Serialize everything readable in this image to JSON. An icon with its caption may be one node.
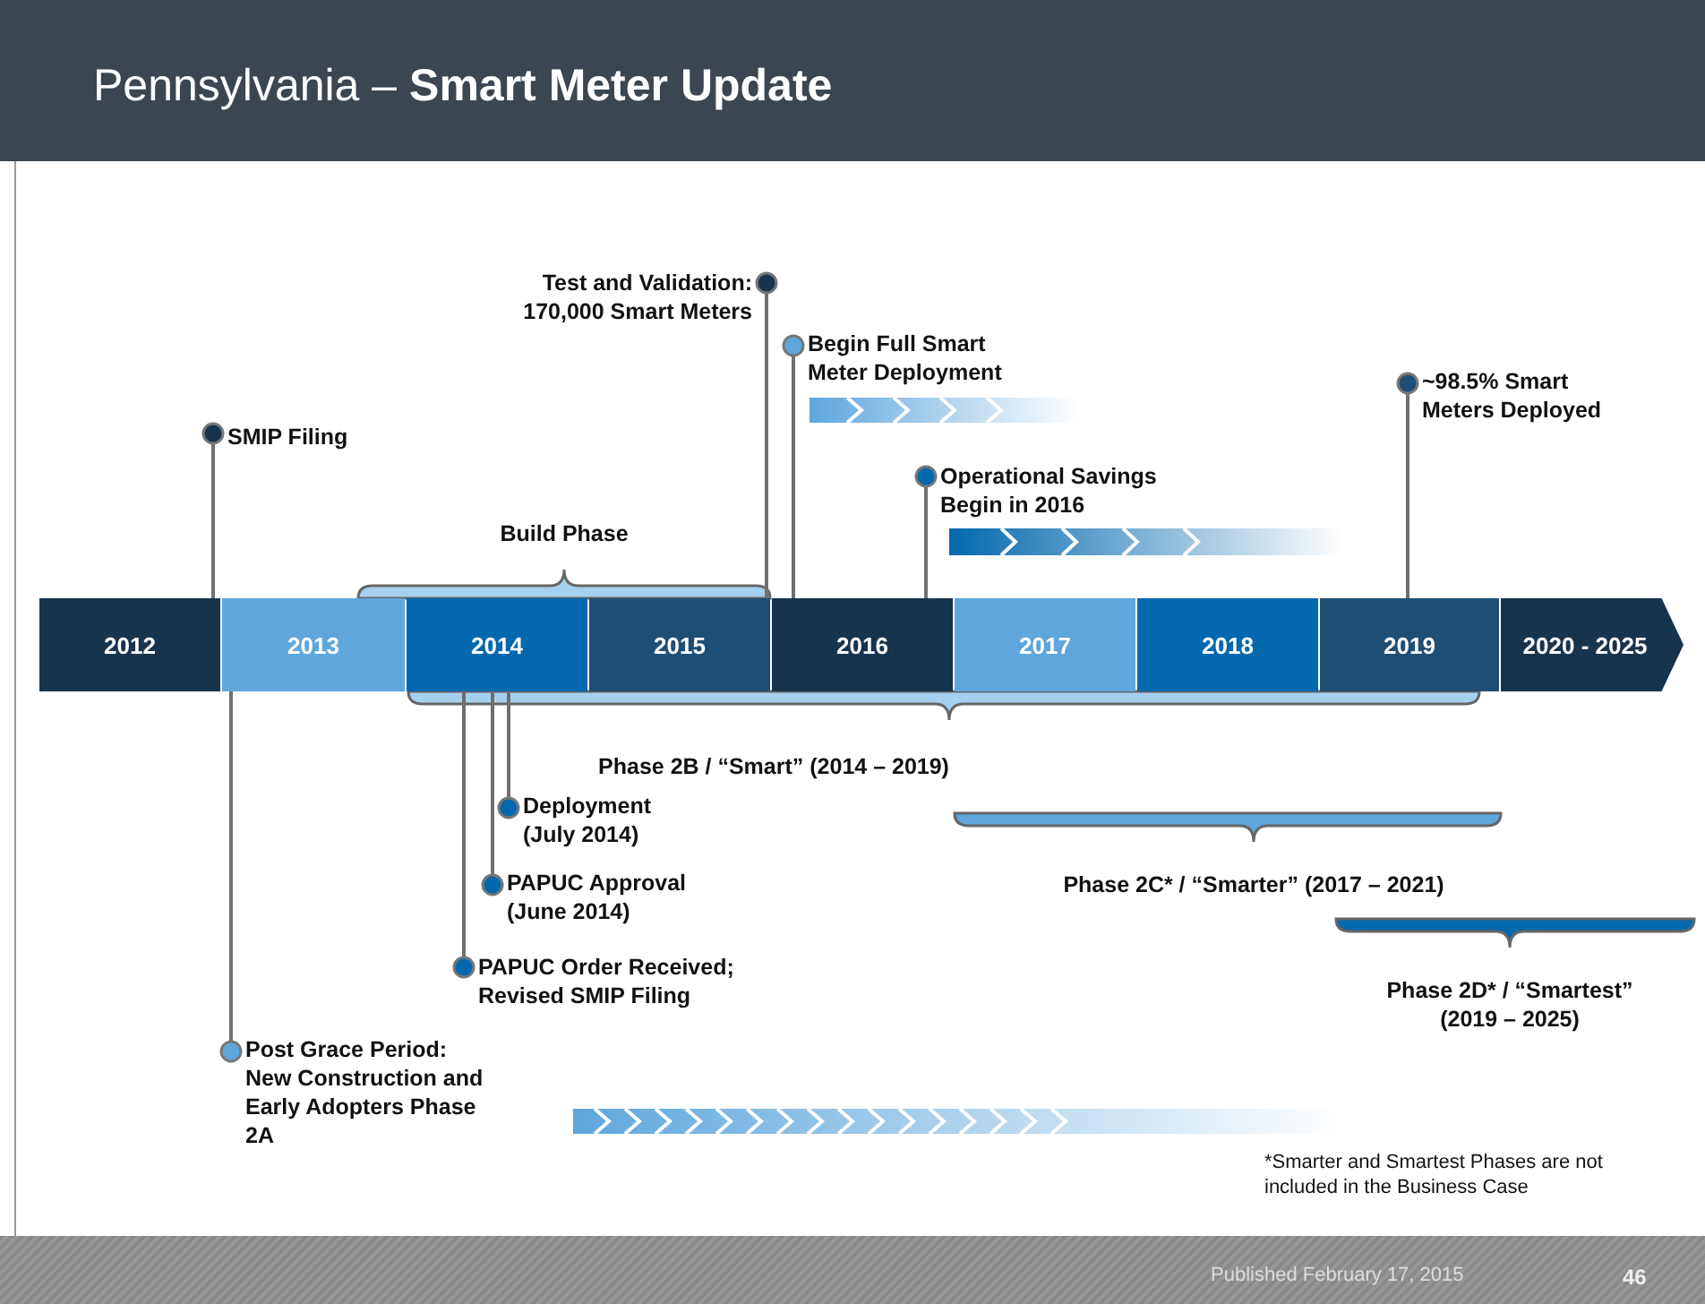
{
  "diagram": {
    "title": "Pennsylvania – **Smart Meter Update**",
    "nodes": [
      {
        "text": [
          "2012"
        ]
      },
      {
        "text": [
          "2013"
        ]
      },
      {
        "text": [
          "2014"
        ]
      },
      {
        "text": [
          "2015"
        ]
      },
      {
        "text": [
          "2016"
        ]
      },
      {
        "text": [
          "2017"
        ]
      },
      {
        "text": [
          "2018"
        ]
      },
      {
        "text": [
          "2019"
        ]
      },
      {
        "text": [
          "2020 - 2025"
        ]
      },
      {
        "text": [
          "SMIP Filing"
        ]
      },
      {
        "text": [
          "Test and Validation: 170,000 Smart Meters"
        ]
      },
      {
        "text": [
          "Begin Full Smart Meter Deployment"
        ]
      },
      {
        "text": [
          "Operational Savings Begin in 2016"
        ]
      },
      {
        "text": [
          "~98.5% Smart Meters Deployed"
        ]
      },
      {
        "text": [
          "Deployment (July 2014)"
        ]
      },
      {
        "text": [
          "PAPUC Approval (June 2014)"
        ]
      },
      {
        "text": [
          "PAPUC Order Received; Revised SMIP Filing"
        ]
      },
      {
        "text": [
          "Post Grace Period: New Construction and Early Adopters Phase 2A"
        ]
      }
    ],
    "edges": [
      {
        "from": 9,
        "to": 0,
        "arrow": "other"
      },
      {
        "from": 10,
        "to": 3,
        "arrow": "other"
      },
      {
        "from": 11,
        "to": 4,
        "arrow": "other"
      },
      {
        "from": 12,
        "to": 4,
        "arrow": "other"
      },
      {
        "from": 13,
        "to": 7,
        "arrow": "other"
      },
      {
        "from": 14,
        "to": 2,
        "arrow": "other"
      },
      {
        "from": 15,
        "to": 2,
        "arrow": "other"
      },
      {
        "from": 16,
        "to": 2,
        "arrow": "other"
      },
      {
        "from": 17,
        "to": 1,
        "arrow": "other"
      }
    ],
    "labels": [
      "Build Phase",
      "Phase 2B / “Smart” (2014 – 2019)",
      "Phase 2C* / “Smarter” (2017 – 2021)",
      "Phase 2D* / “Smartest” (2019 – 2025)",
      "*Smarter and Smartest Phases are not included in the Business Case",
      "Published February 17, 2015",
      "46"
    ]
  }
}
